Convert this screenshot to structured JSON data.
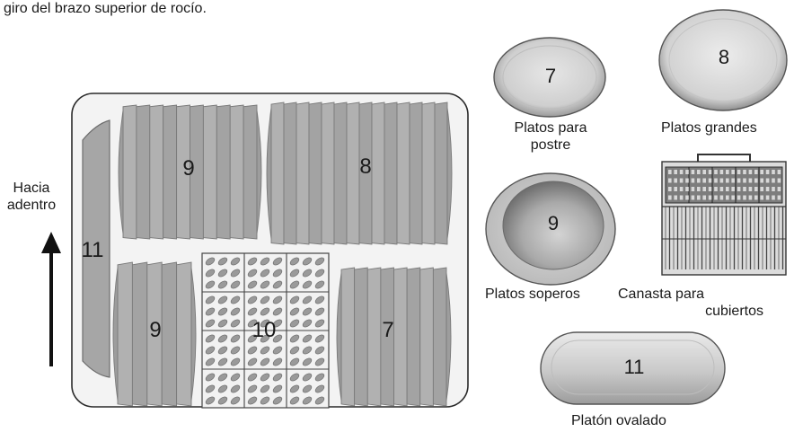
{
  "header_text": "giro del brazo superior de rocío.",
  "direction_label": {
    "line1": "Hacia",
    "line2": "adentro"
  },
  "rack_numbers": {
    "left_tall": "11",
    "top_left": "9",
    "top_right": "8",
    "bottom_left": "9",
    "center": "10",
    "bottom_right": "7"
  },
  "legend": {
    "dessert": {
      "number": "7",
      "line1": "Platos para",
      "line2": "postre"
    },
    "large": {
      "number": "8",
      "label": "Platos grandes"
    },
    "soup": {
      "number": "9",
      "label": "Platos soperos"
    },
    "basket": {
      "line1": "Canasta para",
      "line2": "cubiertos"
    },
    "oval": {
      "number": "11",
      "label": "Platón ovalado"
    }
  }
}
